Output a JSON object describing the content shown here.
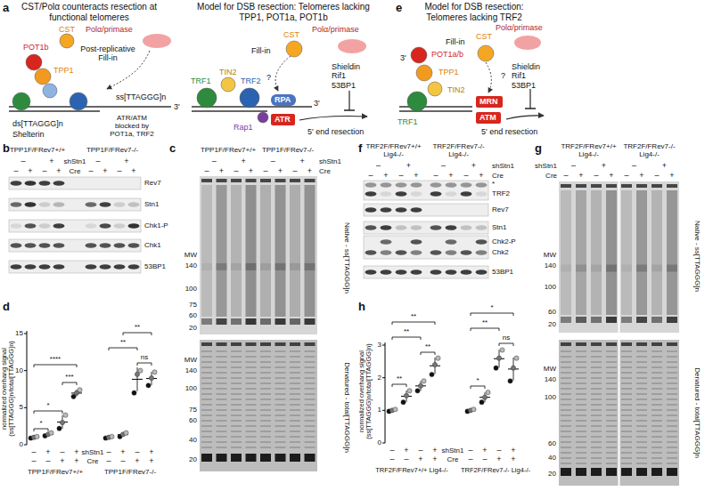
{
  "diagram": {
    "nodes": [
      {
        "text": [
          "RPA"
        ]
      },
      {
        "text": [
          "ATR"
        ]
      },
      {
        "text": [
          "MRN"
        ]
      },
      {
        "text": [
          "ATM"
        ]
      }
    ],
    "labels": [
      "a",
      "CST/Polα counteracts resection at functional telomeres",
      "POT1b",
      "TPP1",
      "CST",
      "Polα/primase",
      "Post-replicative Fill-in",
      "ss[TTAGGG]n",
      "3'",
      "ds[TTAGGG]n",
      "ATR/ATM blocked by POT1a, TRF2",
      "Shelterin",
      "Model for DSB resection: Telomeres lacking TPP1, POT1a, POT1b",
      "3'",
      "CST",
      "Polα/primase",
      "Fill-in",
      "?",
      "TRF1",
      "TIN2",
      "TRF2",
      "Rap1",
      "Shieldin Rif1 53BP1",
      "5' end resection",
      "e",
      "Model for DSB resection: Telomeres lacking TRF2",
      "3'",
      "POT1a/b",
      "TPP1",
      "TIN2",
      "TRF1",
      "CST",
      "Polα/primase",
      "Fill-in",
      "?",
      "Shieldin Rif1 53BP1",
      "5' end resection",
      "b",
      "TPP1F/FRev7+/+",
      "TPP1F/FRev7-/-",
      "–",
      "+",
      "–",
      "+",
      "shStn1",
      "–",
      "+",
      "–",
      "+",
      "–",
      "+",
      "–",
      "+",
      "Cre",
      "Rev7",
      "Stn1",
      "Chk1-P",
      "Chk1",
      "53BP1",
      "c",
      "TPP1F/FRev7+/+",
      "TPP1F/FRev7-/-",
      "–",
      "+",
      "–",
      "+",
      "shStn1",
      "–",
      "+",
      "–",
      "+",
      "–",
      "+",
      "–",
      "+",
      "Cre",
      "MW",
      "140",
      "100",
      "75",
      "60",
      "20",
      "Native - ss[TTAGGG]n",
      "MW",
      "140",
      "100",
      "75",
      "60",
      "40",
      "20",
      "Denatured - total[TTAGGG]n",
      "d",
      "normalized overhang signal (ss[TTAGGG]n/total[TTAGGG]n)",
      "0",
      "5",
      "10",
      "15",
      "*",
      "*",
      "***",
      "****",
      "**",
      "**",
      "ns",
      "–",
      "+",
      "–",
      "+",
      "–",
      "+",
      "–",
      "+",
      "shStn1",
      "–",
      "–",
      "+",
      "+",
      "–",
      "–",
      "+",
      "+",
      "Cre",
      "TPP1F/FRev7+/+",
      "TPP1F/FRev7-/-",
      "f",
      "TRF2F/FRev7+/+ Lig4-/-",
      "TRF2F/FRev7-/- Lig4-/-",
      "–",
      "+",
      "–",
      "+",
      "shStn1",
      "–",
      "+",
      "–",
      "+",
      "–",
      "+",
      "–",
      "+",
      "Cre",
      "*",
      "TRF2",
      "Rev7",
      "Stn1",
      "Chk2-P",
      "Chk2",
      "53BP1",
      "g",
      "TRF2F/FRev7+/+ Lig4-/-",
      "TRF2F/FRev7-/- Lig4-/-",
      "–",
      "+",
      "–",
      "+",
      "shStn1",
      "–",
      "+",
      "–",
      "+",
      "–",
      "+",
      "–",
      "+",
      "Cre",
      "MW",
      "140",
      "100",
      "60",
      "20",
      "Native - ss[TTAGGG]n",
      "MW",
      "140",
      "100",
      "60",
      "40",
      "20",
      "Denatured - total[TTAGGG]n",
      "h",
      "normalized overhang signal (ss[TTAGGG]n/total[TTAGGG]n)",
      "0",
      "1",
      "2",
      "3",
      "**",
      "**",
      "**",
      "**",
      "*",
      "ns",
      "**",
      "*",
      "–",
      "+",
      "–",
      "+",
      "–",
      "+",
      "–",
      "+",
      "shStn1",
      "–",
      "–",
      "+",
      "+",
      "–",
      "–",
      "+",
      "+",
      "Cre",
      "TRF2F/FRev7+/+ Lig4-/-",
      "TRF2F/FRev7-/- Lig4-/-"
    ]
  }
}
